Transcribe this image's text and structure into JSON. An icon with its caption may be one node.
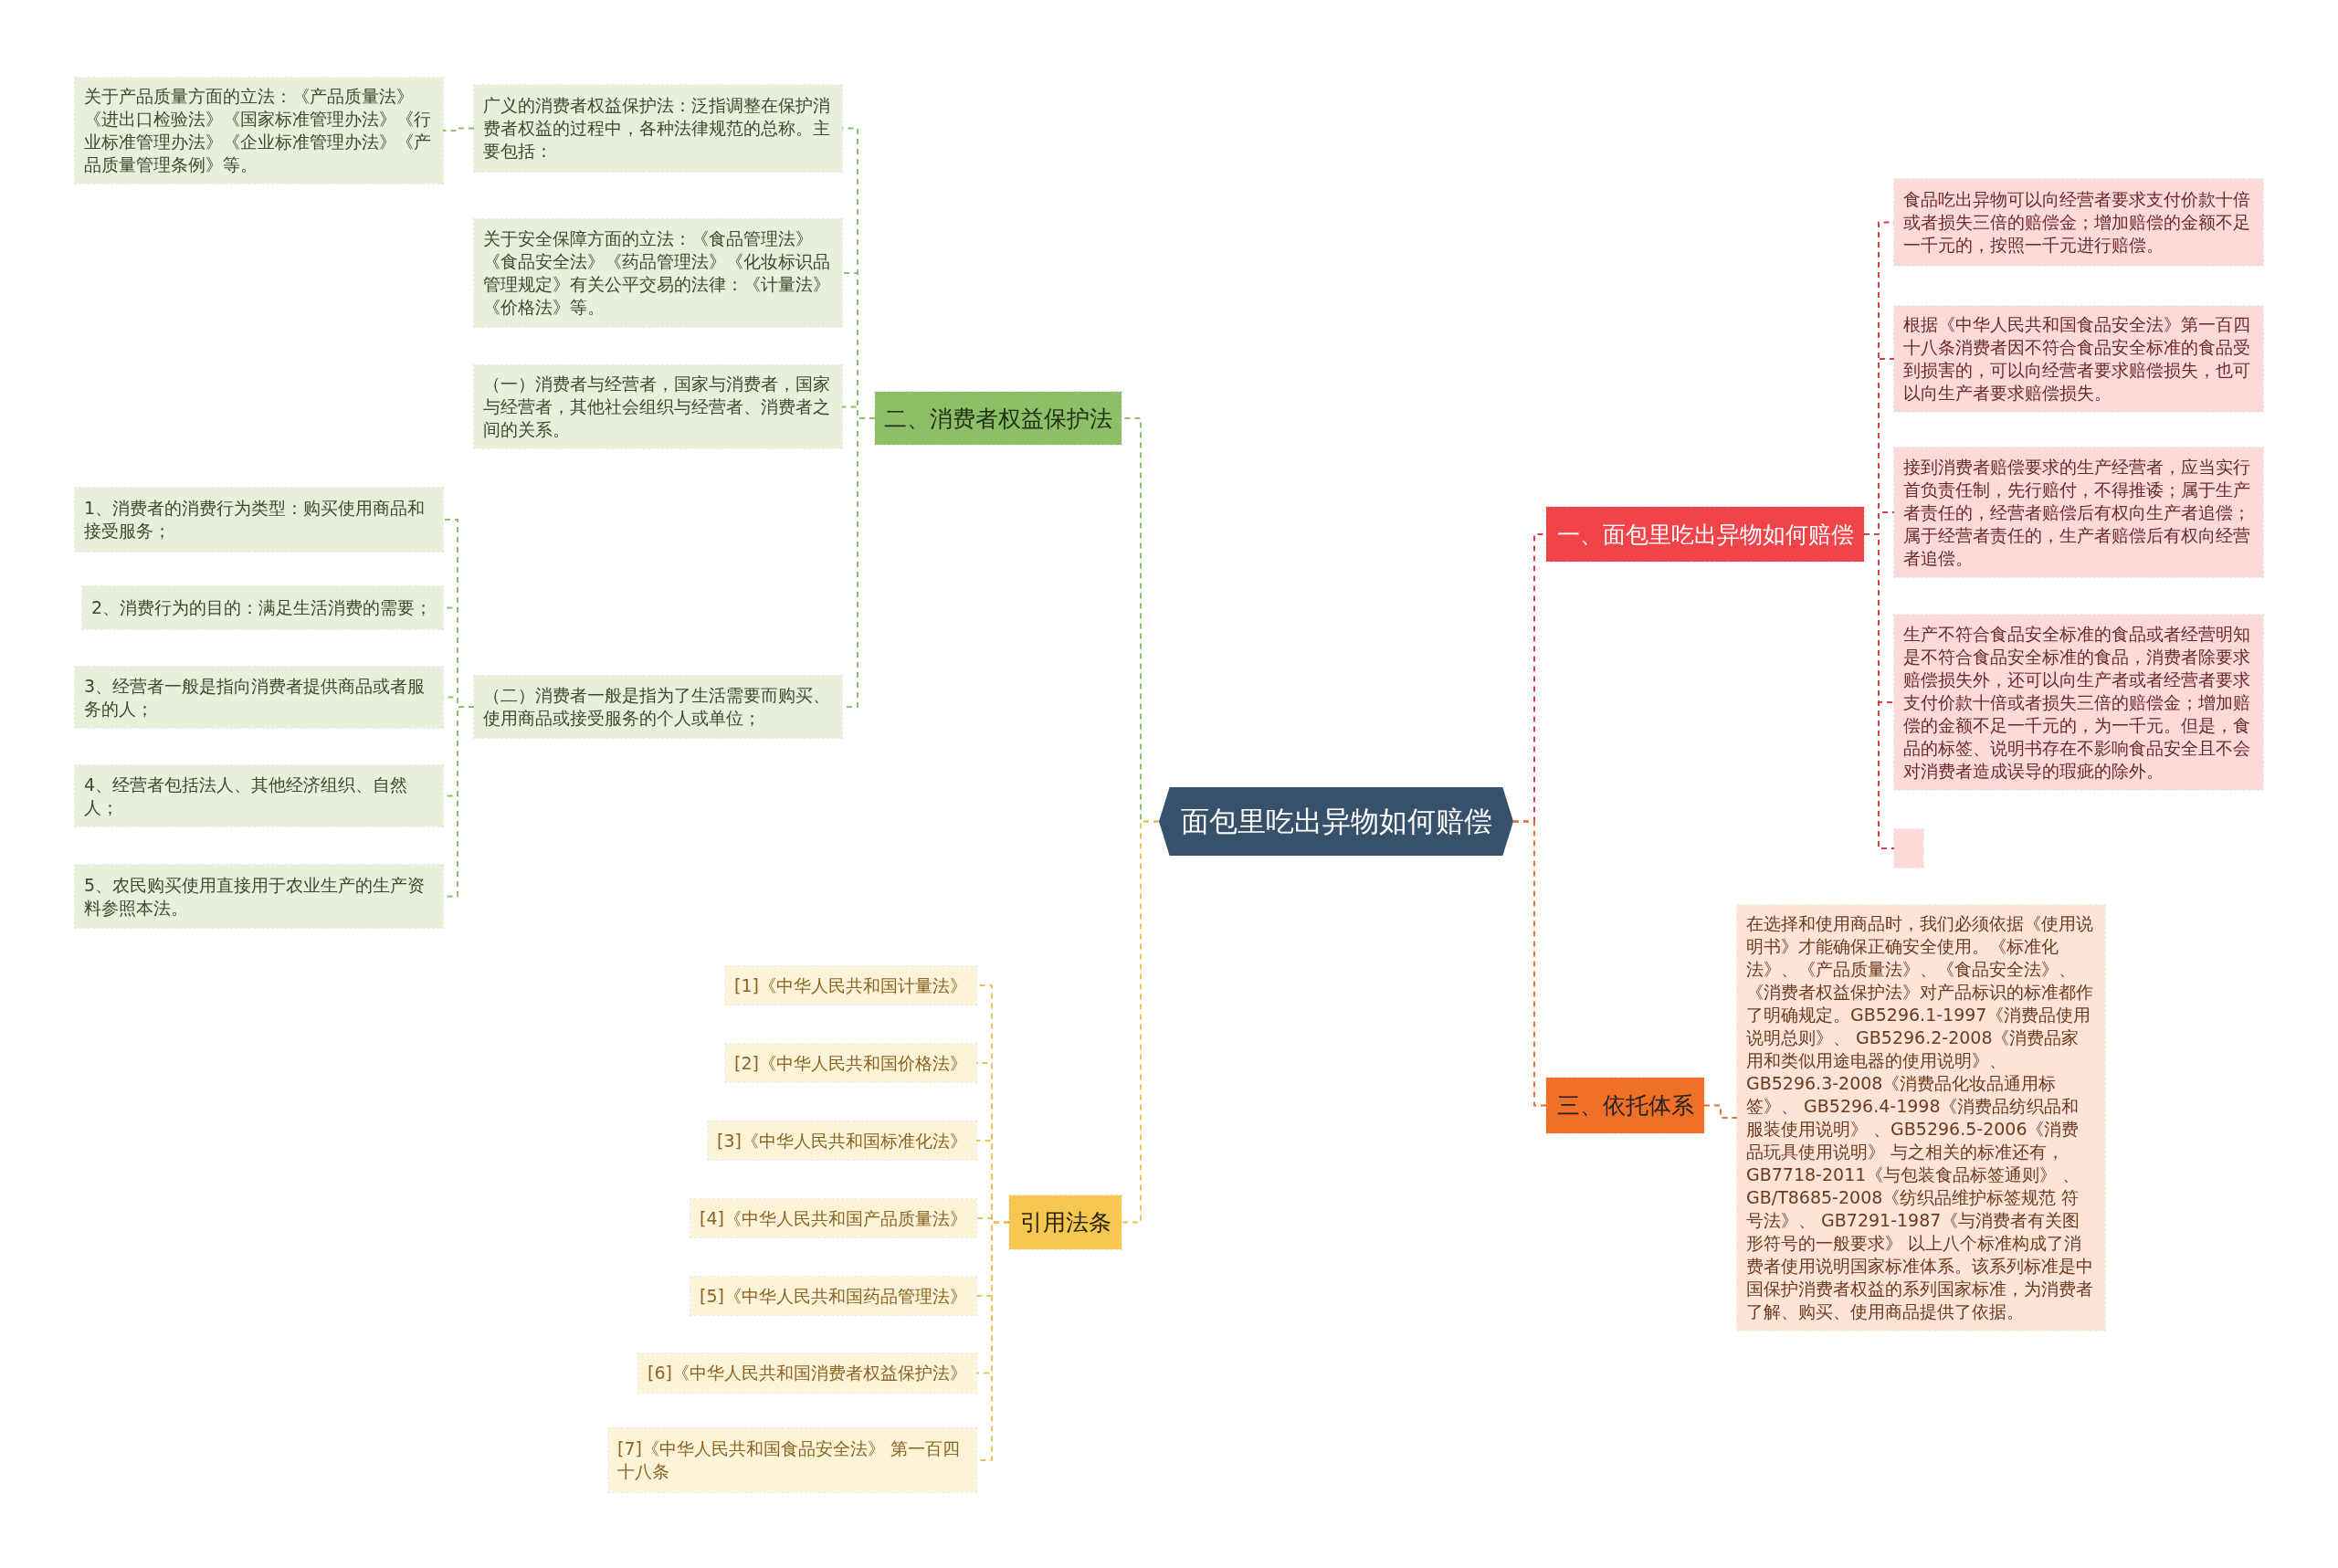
{
  "diagram": {
    "nodes": [
      {
        "text": [
          "面包里吃出异物如何赔偿"
        ]
      },
      {
        "text": [
          "一、面包里吃出异物如何赔偿"
        ]
      },
      {
        "text": [
          "食品吃出异物可以向经营者要求支付价款十倍或者损失三倍的赔偿金；增加赔偿的金额不足一千元的，按照一千元进行赔偿。"
        ]
      },
      {
        "text": [
          "根据《中华人民共和国食品安全法》第一百四十八条消费者因不符合食品安全标准的食品受到损害的，可以向经营者要求赔偿损失，也可以向生产者要求赔偿损失。"
        ]
      },
      {
        "text": [
          "接到消费者赔偿要求的生产经营者，应当实行首负责任制，先行赔付，不得推诿；属于生产者责任的，经营者赔偿后有权向生产者追偿；属于经营者责任的，生产者赔偿后有权向经营者追偿。"
        ]
      },
      {
        "text": [
          "生产不符合食品安全标准的食品或者经营明知是不符合食品安全标准的食品，消费者除要求赔偿损失外，还可以向生产者或者经营者要求支付价款十倍或者损失三倍的赔偿金；增加赔偿的金额不足一千元的，为一千元。但是，食品的标签、说明书存在不影响食品安全且不会对消费者造成误导的瑕疵的除外。"
        ]
      },
      {
        "text": [],
        "shape": "box"
      },
      {
        "text": [
          "三、依托体系"
        ]
      },
      {
        "text": [
          "在选择和使用商品时，我们必须依据《使用说明书》才能确保正确安全使用。《标准化法》、《产品质量法》、《食品安全法》、《消费者权益保护法》对产品标识的标准都作了明确规定。GB5296.1-1997《消费品使用说明总则》、 GB5296.2-2008《消费品家用和类似用途电器的使用说明》、 GB5296.3-2008《消费品化妆品通用标签》、 GB5296.4-1998《消费品纺织品和服装使用说明》 、GB5296.5-2006《消费品玩具使用说明》 与之相关的标准还有， GB7718-2011《与包装食品标签通则》 、GB/T8685-2008《纺织品维护标签规范 符号法》、 GB7291-1987《与消费者有关图形符号的一般要求》 以上八个标准构成了消费者使用说明国家标准体系。该系列标准是中国保护消费者权益的系列国家标准，为消费者了解、购买、使用商品提供了依据。"
        ]
      },
      {
        "text": [
          "二、消费者权益保护法"
        ]
      },
      {
        "text": [
          "广义的消费者权益保护法：泛指调整在保护消费者权益的过程中，各种法律规范的总称。主要包括："
        ]
      },
      {
        "text": [
          "关于产品质量方面的立法：《产品质量法》《进出口检验法》《国家标准管理办法》《行业标准管理办法》《企业标准管理办法》《产品质量管理条例》等。"
        ]
      },
      {
        "text": [
          "关于安全保障方面的立法：《食品管理法》《食品安全法》《药品管理法》《化妆标识品管理规定》有关公平交易的法律：《计量法》《价格法》等。"
        ]
      },
      {
        "text": [
          "（一）消费者与经营者，国家与消费者，国家与经营者，其他社会组织与经营者、消费者之间的关系。"
        ]
      },
      {
        "text": [
          "（二）消费者一般是指为了生活需要而购买、使用商品或接受服务的个人或单位；"
        ]
      },
      {
        "text": [
          "1、消费者的消费行为类型：购买使用商品和接受服务；"
        ]
      },
      {
        "text": [
          "2、消费行为的目的：满足生活消费的需要；"
        ]
      },
      {
        "text": [
          "3、经营者一般是指向消费者提供商品或者服务的人；"
        ]
      },
      {
        "text": [
          "4、经营者包括法人、其他经济组织、自然人；"
        ]
      },
      {
        "text": [
          "5、农民购买使用直接用于农业生产的生产资料参照本法。"
        ]
      },
      {
        "text": [
          "引用法条"
        ]
      },
      {
        "text": [
          "[1]《中华人民共和国计量法》"
        ]
      },
      {
        "text": [
          "[2]《中华人民共和国价格法》"
        ]
      },
      {
        "text": [
          "[3]《中华人民共和国标准化法》"
        ]
      },
      {
        "text": [
          "[4]《中华人民共和国产品质量法》"
        ]
      },
      {
        "text": [
          "[5]《中华人民共和国药品管理法》"
        ]
      },
      {
        "text": [
          "[6]《中华人民共和国消费者权益保护法》"
        ]
      },
      {
        "text": [
          "[7]《中华人民共和国食品安全法》 第一百四十八条"
        ]
      }
    ],
    "edges": [
      {
        "from": 0,
        "to": 1,
        "arrow": "none",
        "style": "dashed",
        "color": "#e0403f"
      },
      {
        "from": 1,
        "to": 2,
        "arrow": "none",
        "style": "dashed",
        "color": "#e0403f"
      },
      {
        "from": 1,
        "to": 3,
        "arrow": "none",
        "style": "dashed",
        "color": "#e0403f"
      },
      {
        "from": 1,
        "to": 4,
        "arrow": "none",
        "style": "dashed",
        "color": "#e0403f"
      },
      {
        "from": 1,
        "to": 5,
        "arrow": "none",
        "style": "dashed",
        "color": "#e0403f"
      },
      {
        "from": 1,
        "to": 6,
        "arrow": "none",
        "style": "dashed",
        "color": "#e0403f"
      },
      {
        "from": 0,
        "to": 7,
        "arrow": "none",
        "style": "dashed",
        "color": "#ee7030"
      },
      {
        "from": 7,
        "to": 8,
        "arrow": "none",
        "style": "dashed",
        "color": "#ee7030"
      },
      {
        "from": 0,
        "to": 9,
        "arrow": "none",
        "style": "dashed"
      },
      {
        "from": 9,
        "to": 10,
        "arrow": "none",
        "style": "dashed"
      },
      {
        "from": 10,
        "to": 11,
        "arrow": "none",
        "style": "dashed"
      },
      {
        "from": 9,
        "to": 12,
        "arrow": "none",
        "style": "dashed"
      },
      {
        "from": 9,
        "to": 13,
        "arrow": "none",
        "style": "dashed"
      },
      {
        "from": 9,
        "to": 14,
        "arrow": "none",
        "style": "dashed"
      },
      {
        "from": 14,
        "to": 15,
        "arrow": "none",
        "style": "dashed"
      },
      {
        "from": 14,
        "to": 16,
        "arrow": "none",
        "style": "dashed"
      },
      {
        "from": 14,
        "to": 17,
        "arrow": "none",
        "style": "dashed"
      },
      {
        "from": 14,
        "to": 18,
        "arrow": "none",
        "style": "dashed"
      },
      {
        "from": 14,
        "to": 19,
        "arrow": "none",
        "style": "dashed"
      },
      {
        "from": 0,
        "to": 20,
        "arrow": "none",
        "style": "dashed",
        "color": "#eec25a"
      },
      {
        "from": 20,
        "to": 21,
        "arrow": "none",
        "style": "dashed",
        "color": "#eec25a"
      },
      {
        "from": 20,
        "to": 22,
        "arrow": "none",
        "style": "dashed",
        "color": "#eec25a"
      },
      {
        "from": 20,
        "to": 23,
        "arrow": "none",
        "style": "dashed",
        "color": "#eec25a"
      },
      {
        "from": 20,
        "to": 24,
        "arrow": "none",
        "style": "dashed",
        "color": "#eec25a"
      },
      {
        "from": 20,
        "to": 25,
        "arrow": "none",
        "style": "dashed",
        "color": "#eec25a"
      },
      {
        "from": 20,
        "to": 26,
        "arrow": "none",
        "style": "dashed",
        "color": "#eec25a"
      },
      {
        "from": 20,
        "to": 27,
        "arrow": "none",
        "style": "dashed",
        "color": "#eec25a"
      }
    ]
  }
}
